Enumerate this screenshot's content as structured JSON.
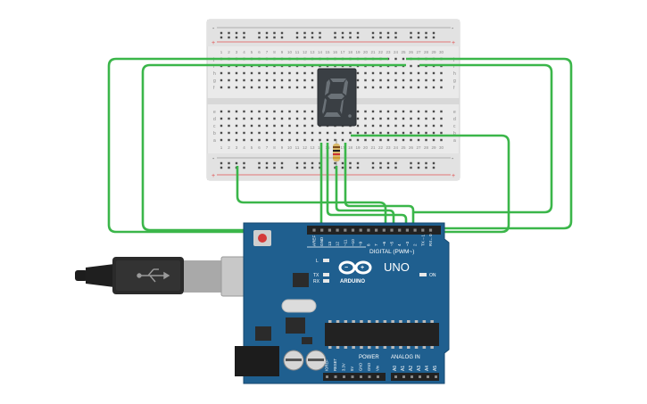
{
  "breadboard": {
    "row_letters_top": [
      "j",
      "i",
      "h",
      "g",
      "f"
    ],
    "row_letters_bottom": [
      "e",
      "d",
      "c",
      "b",
      "a"
    ],
    "column_numbers": [
      "1",
      "2",
      "3",
      "4",
      "5",
      "6",
      "7",
      "8",
      "9",
      "10",
      "11",
      "12",
      "13",
      "14",
      "15",
      "16",
      "17",
      "18",
      "19",
      "20",
      "21",
      "22",
      "23",
      "24",
      "25",
      "26",
      "27",
      "28",
      "29",
      "30"
    ],
    "rail_plus": "+",
    "rail_minus": "-"
  },
  "seven_segment": {
    "glyph": "8"
  },
  "arduino": {
    "model": "UNO",
    "brand": "ARDUINO",
    "digital_header_label": "DIGITAL (PWM~)",
    "analog_header_label": "ANALOG IN",
    "power_header_label": "POWER",
    "on_led_label": "ON",
    "led_labels": [
      "L",
      "TX",
      "RX"
    ],
    "digital_pin_labels": [
      "AREF",
      "GND",
      "13",
      "12",
      "~11",
      "~10",
      "~9",
      "8",
      "7",
      "~6",
      "~5",
      "4",
      "~3",
      "2",
      "TX→1",
      "RX←0"
    ],
    "power_pin_labels": [
      "IOREF",
      "RESET",
      "3.3V",
      "5V",
      "GND",
      "GND",
      "Vin"
    ],
    "analog_pin_labels": [
      "A0",
      "A1",
      "A2",
      "A3",
      "A4",
      "A5"
    ]
  },
  "colors": {
    "wire": "#3bb64a",
    "board_blue": "#1f5f8f",
    "breadboard": "#ececec",
    "rail_red": "#e05050"
  }
}
